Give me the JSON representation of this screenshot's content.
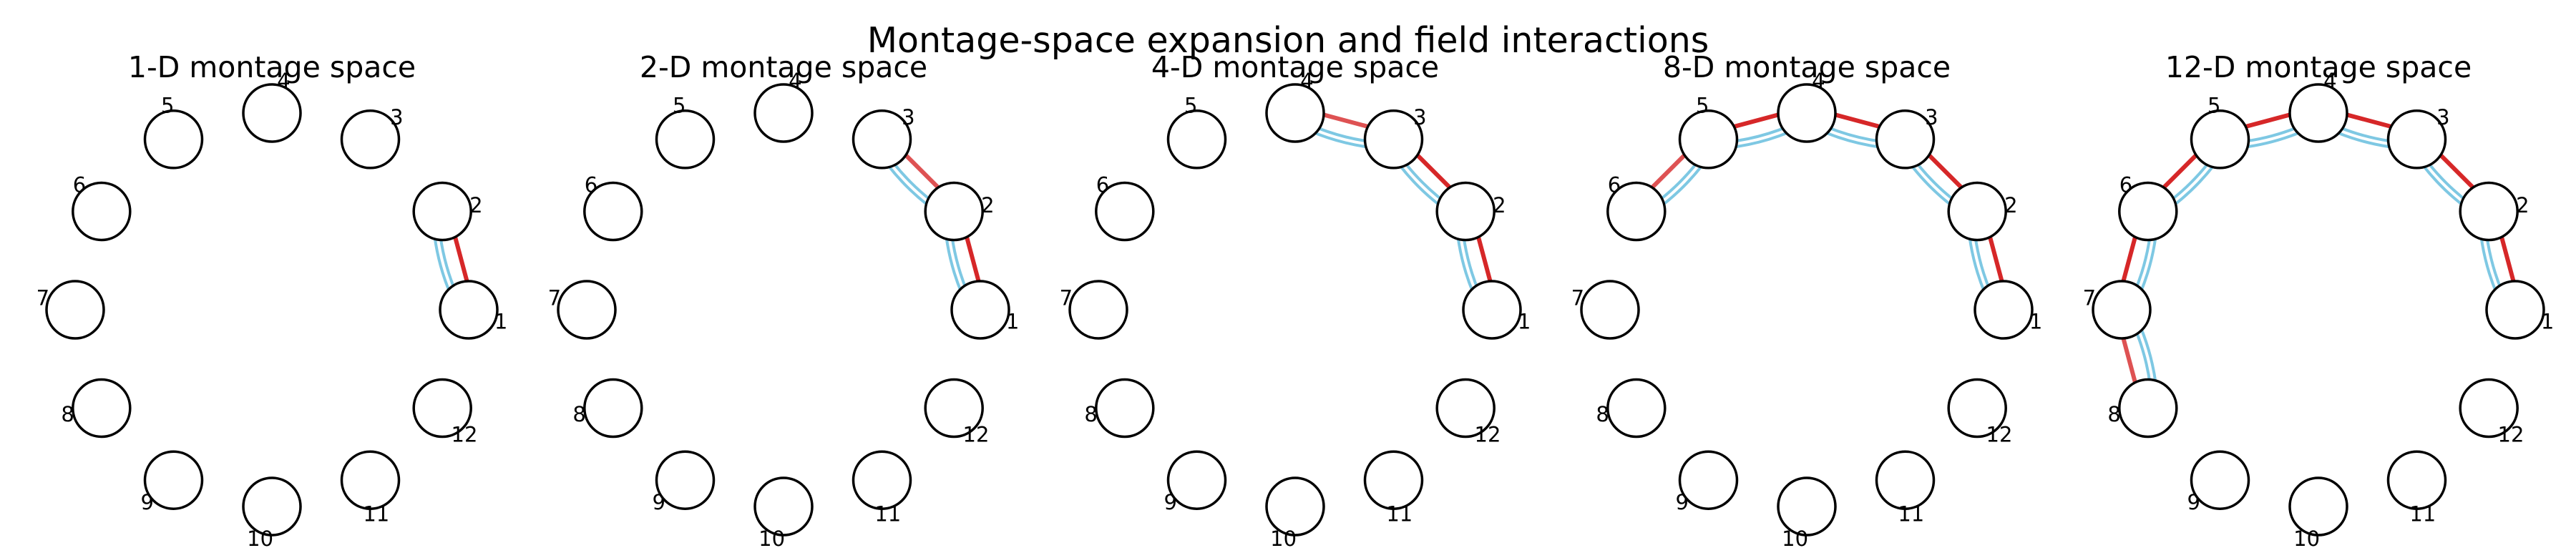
{
  "figure": {
    "title": "Montage-space expansion and field interactions",
    "colors": {
      "strong_link": "#d62728",
      "field_link": "#7ec8e3",
      "node_stroke": "#000000",
      "node_fill": "#ffffff"
    }
  },
  "panels": [
    {
      "title": "1-D montage space",
      "dimension": 1,
      "links": [
        [
          1,
          2
        ]
      ]
    },
    {
      "title": "2-D montage space",
      "dimension": 2,
      "links": [
        [
          1,
          2
        ],
        [
          2,
          3
        ]
      ]
    },
    {
      "title": "4-D montage space",
      "dimension": 4,
      "links": [
        [
          1,
          2
        ],
        [
          2,
          3
        ],
        [
          3,
          4
        ]
      ]
    },
    {
      "title": "8-D montage space",
      "dimension": 8,
      "links": [
        [
          1,
          2
        ],
        [
          2,
          3
        ],
        [
          3,
          4
        ],
        [
          4,
          5
        ],
        [
          5,
          6
        ]
      ]
    },
    {
      "title": "12-D montage space",
      "dimension": 12,
      "links": [
        [
          1,
          2
        ],
        [
          2,
          3
        ],
        [
          3,
          4
        ],
        [
          4,
          5
        ],
        [
          5,
          6
        ],
        [
          6,
          7
        ],
        [
          7,
          8
        ]
      ]
    }
  ],
  "node_labels": [
    "1",
    "2",
    "3",
    "4",
    "5",
    "6",
    "7",
    "8",
    "9",
    "10",
    "11",
    "12"
  ]
}
